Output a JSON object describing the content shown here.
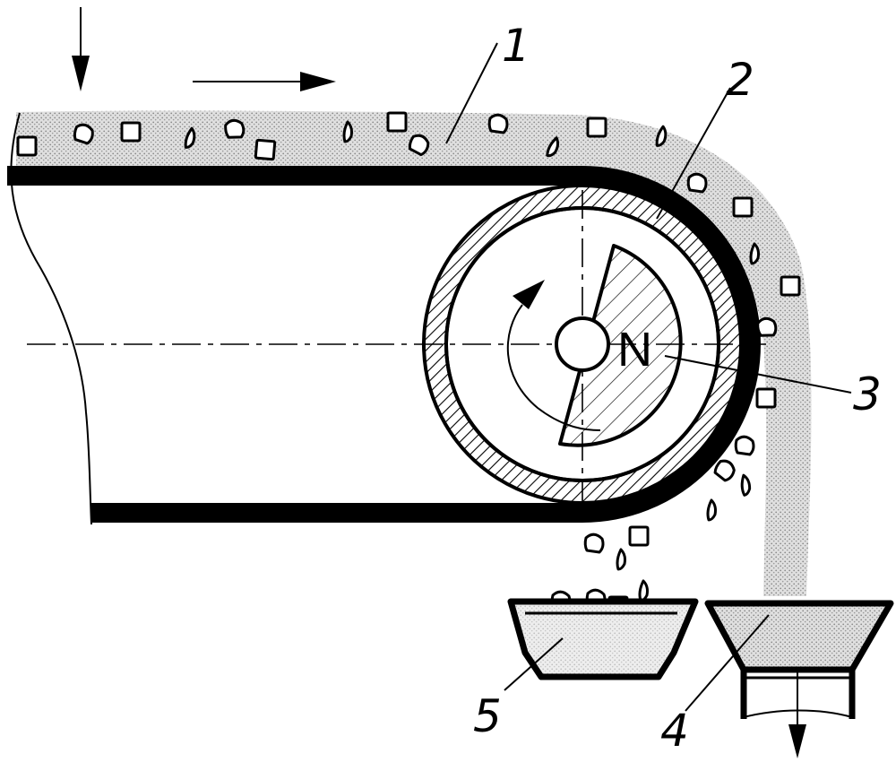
{
  "figure": {
    "callouts": [
      "1",
      "2",
      "3",
      "4",
      "5"
    ],
    "magnet_pole": "N"
  },
  "colors": {
    "ink": "#000000",
    "fine_material": "#b8b8b8",
    "background": "#ffffff"
  },
  "icons": {
    "feed_arrow": "arrow-down-icon",
    "belt_direction_arrow": "arrow-right-icon",
    "rotation_arrow": "curved-arrow-icon",
    "discharge_arrow": "arrow-down-icon"
  }
}
